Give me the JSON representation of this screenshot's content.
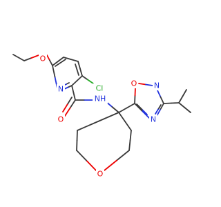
{
  "colors": {
    "bond": "#3a3a3a",
    "carbon": "#3a3a3a",
    "nitrogen": "#2233dd",
    "oxygen": "#ee0000",
    "chlorine": "#22aa22",
    "background": "#ffffff"
  },
  "atom_labels": {
    "chlorine": "Cl",
    "pyridine_n": "N",
    "ethoxy_o": "O",
    "carbonyl_o": "O",
    "amide_nh": "NH",
    "oxadiazole_o": "O",
    "oxadiazole_n_top": "N",
    "oxadiazole_n_bottom": "N",
    "pyran_o": "O"
  }
}
